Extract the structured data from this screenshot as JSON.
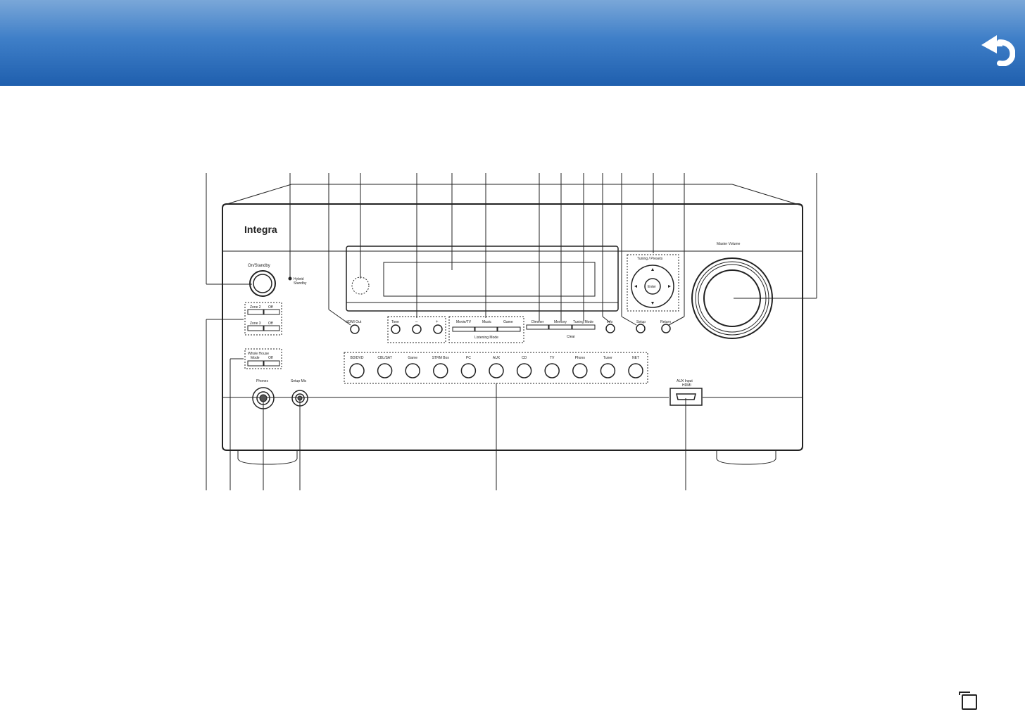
{
  "header": {
    "back_icon": "undo-arrow-icon"
  },
  "receiver": {
    "brand": "Integra",
    "on_standby": "On/Standby",
    "hybrid_standby": [
      "Hybrid",
      "Standby"
    ],
    "zone2": "Zone 2",
    "zone3": "Zone 3",
    "off": "Off",
    "whole_house": [
      "Whole House",
      "Mode"
    ],
    "phones": "Phones",
    "setup_mic": "Setup Mic",
    "hdmi_out": "HDMI Out",
    "tone": "Tone",
    "minus": "–",
    "plus": "+",
    "movie_tv": "Movie/TV",
    "music": "Music",
    "game_mode": "Game",
    "listening_mode": "Listening Mode",
    "dimmer": "Dimmer",
    "memory": "Memory",
    "tuning_mode": "Tuning Mode",
    "clear": "Clear",
    "info": "Info",
    "tuning_presets": "Tuning  / Presets",
    "enter": "Enter",
    "setup": "Setup",
    "return": "Return",
    "master_volume": "Master Volume",
    "aux_input": "AUX Input",
    "hdmi": "HDMI",
    "selectors": [
      "BD/DVD",
      "CBL/SAT",
      "Game",
      "STRM Box",
      "PC",
      "AUX",
      "CD",
      "TV",
      "Phono",
      "Tuner",
      "NET"
    ]
  },
  "footer": {
    "page_icon": "page-copy-icon"
  }
}
